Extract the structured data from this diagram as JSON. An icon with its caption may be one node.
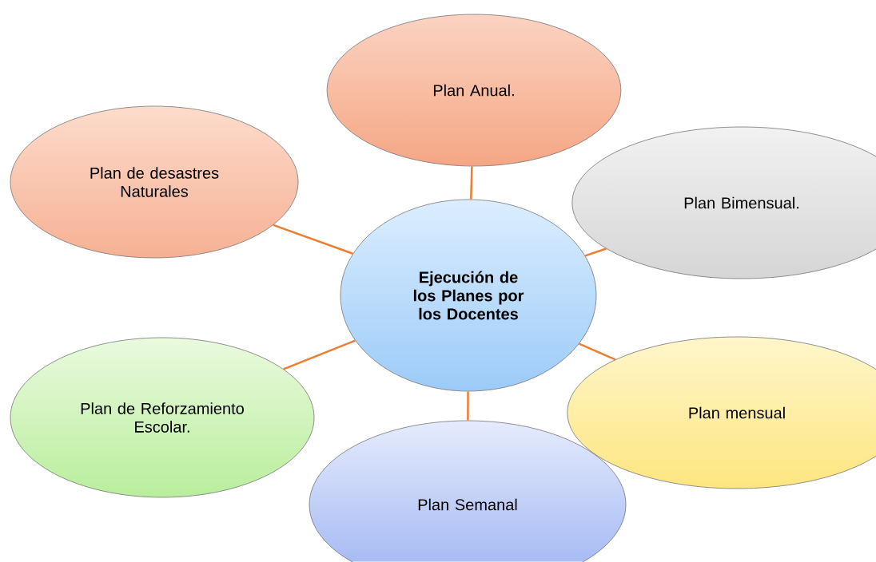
{
  "diagram": {
    "nodes": [
      {
        "text": [
          "Ejecución de los Planes por los Docentes"
        ]
      },
      {
        "text": [
          "Plan Anual."
        ]
      },
      {
        "text": [
          "Plan Bimensual."
        ]
      },
      {
        "text": [
          "Plan mensual"
        ]
      },
      {
        "text": [
          "Plan Semanal"
        ]
      },
      {
        "text": [
          "Plan de Reforzamiento Escolar."
        ]
      },
      {
        "text": [
          "Plan de desastres Naturales"
        ]
      }
    ],
    "edges": [
      {
        "from": 0,
        "to": 1,
        "arrow": "none"
      },
      {
        "from": 0,
        "to": 2,
        "arrow": "none"
      },
      {
        "from": 0,
        "to": 3,
        "arrow": "none"
      },
      {
        "from": 0,
        "to": 4,
        "arrow": "none"
      },
      {
        "from": 0,
        "to": 5,
        "arrow": "none"
      },
      {
        "from": 0,
        "to": 6,
        "arrow": "none"
      }
    ]
  }
}
